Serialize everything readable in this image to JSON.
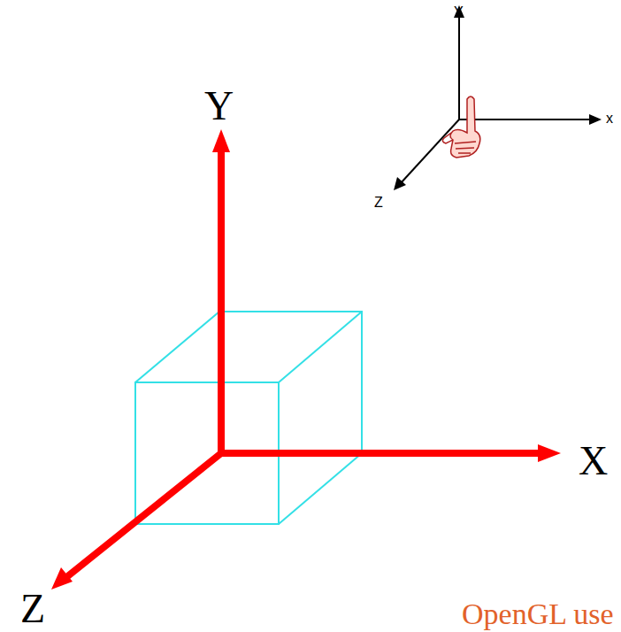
{
  "diagram": {
    "labels": [
      "Y",
      "X",
      "Z",
      "Y",
      "x",
      "Z",
      "OpenGL use"
    ]
  }
}
